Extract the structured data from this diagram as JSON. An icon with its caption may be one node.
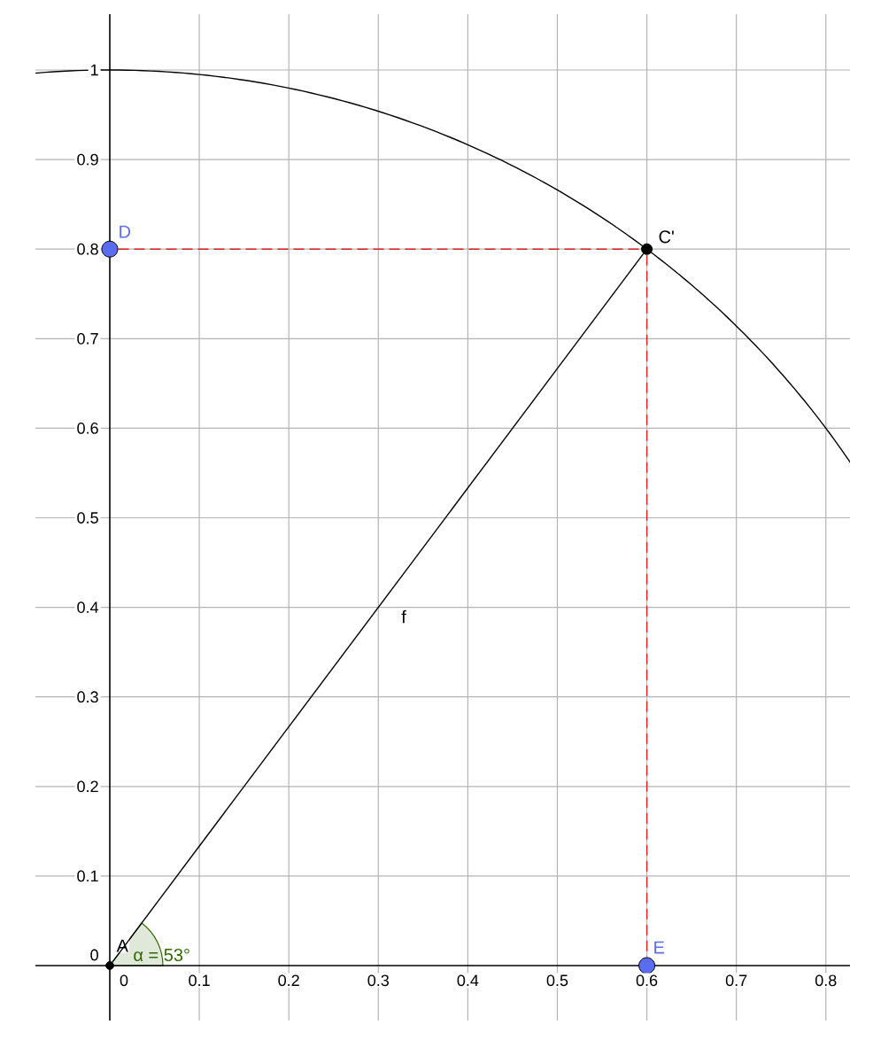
{
  "diagram": {
    "nodes": [
      {
        "text": [
          "A"
        ]
      },
      {
        "text": [
          "D"
        ]
      },
      {
        "text": [
          "C'"
        ]
      },
      {
        "text": [
          "E"
        ]
      }
    ],
    "edges": [
      {
        "from": 0,
        "to": 2,
        "arrow": "none",
        "label": "f",
        "color": "#000000"
      },
      {
        "from": 1,
        "to": 2,
        "arrow": "none",
        "style": "dashed",
        "color": "#dd2222"
      },
      {
        "from": 2,
        "to": 3,
        "arrow": "none",
        "style": "dashed",
        "color": "#dd2222"
      }
    ],
    "labels": [
      "1",
      "0.9",
      "0.8",
      "0.7",
      "0.6",
      "0.5",
      "0.4",
      "0.3",
      "0.2",
      "0.1",
      "0",
      "α = 53°",
      "0",
      "0.1",
      "0.2",
      "0.3",
      "0.4",
      "0.5",
      "0.6",
      "0.7",
      "0.8"
    ]
  }
}
